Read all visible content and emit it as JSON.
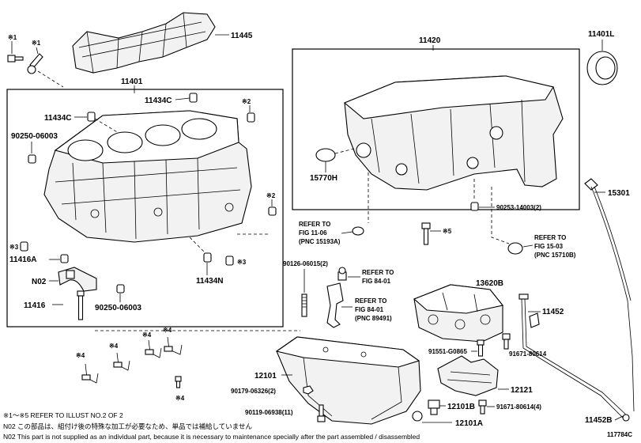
{
  "callouts": {
    "p11445": "11445",
    "p11401": "11401",
    "p11420": "11420",
    "p11401L": "11401L",
    "p11434C_a": "11434C",
    "p11434C_b": "11434C",
    "p90250_06003_a": "90250-06003",
    "p90250_06003_b": "90250-06003",
    "p11416A": "11416A",
    "pN02": "N02",
    "p11416": "11416",
    "p11434N": "11434N",
    "p15770H": "15770H",
    "p90253": "90253-14003(2)",
    "p15301": "15301",
    "p90126": "90126-06015(2)",
    "p13620B": "13620B",
    "p11452": "11452",
    "p91551": "91551-G0865",
    "p91671_a": "91671-80614",
    "p12101": "12101",
    "p12121": "12121",
    "p90179": "90179-06326(2)",
    "p90119": "90119-06938(11)",
    "p12101B": "12101B",
    "p12101A": "12101A",
    "p91671_b": "91671-80614(4)",
    "p11452B": "11452B",
    "m1a": "※1",
    "m1b": "※1",
    "m2a": "※2",
    "m2b": "※2",
    "m3a": "※3",
    "m3b": "※3",
    "m4a": "※4",
    "m4b": "※4",
    "m4c": "※4",
    "m4d": "※4",
    "m4e": "※4",
    "m5": "※5"
  },
  "refs": {
    "r1_1": "REFER TO",
    "r1_2": "FIG 11-06",
    "r1_3": "(PNC 15193A)",
    "r2_1": "REFER TO",
    "r2_2": "FIG 15-03",
    "r2_3": "(PNC 15710B)",
    "r3_1": "REFER TO",
    "r3_2": "FIG 84-01",
    "r4_1": "REFER TO",
    "r4_2": "FIG 84-01",
    "r4_3": "(PNC 89491)"
  },
  "notes": {
    "line1": "※1～※5  REFER TO ILLUST NO.2 OF 2",
    "line2": "N02  この部品は、組付け後の特殊な加工が必要なため、単品では補給していません",
    "line3": "N02  This part is not supplied as an individual part, because it is necessary to maintenance specially after the part assembled / disassembled",
    "illust_no": "117784C"
  }
}
